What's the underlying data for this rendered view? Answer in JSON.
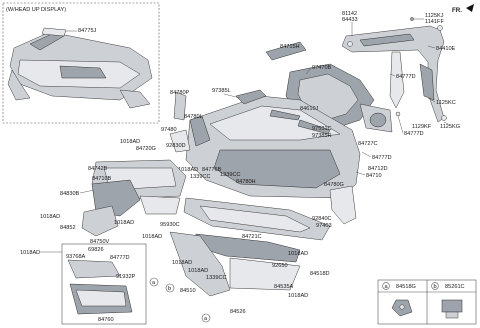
{
  "inset": {
    "caption": "(W/HEAD UP DISPLAY)",
    "part": "84775J"
  },
  "direction_label": "FR.",
  "labels": {
    "l81142": "81142",
    "l84433": "84433",
    "l1125KJ": "1125KJ",
    "l1141FF": "1141FF",
    "l84410E": "84410E",
    "l84715H": "84715H",
    "l97470B": "97470B",
    "l84777D_a": "84777D",
    "l1125KC": "1125KC",
    "l1129KF": "1129KF",
    "l1125KG": "1125KG",
    "l84777D_b": "84777D",
    "l97385L": "97385L",
    "l84780P": "84780P",
    "l84610J": "84610J",
    "l97531C": "97531C",
    "l97385R": "97385R",
    "l84727C": "84727C",
    "l84777D_c": "84777D",
    "l84712D": "84712D",
    "l84710": "84710",
    "l84780G": "84780G",
    "l97480": "97480",
    "l84780L": "84780L",
    "l92830D": "92830D",
    "l1018AD_a": "1018AD",
    "l84720G": "84720G",
    "l1018AD_b": "1018AD",
    "l84776B": "84776B",
    "l1339CC_a": "1339CC",
    "l1339CC_b": "1339CC",
    "l84780H": "84780H",
    "l84742B": "84742B",
    "l84710B": "84710B",
    "l84830B": "84830B",
    "l1018AD_c": "1018AD",
    "l84852": "84852",
    "l1018AD_d": "1018AD",
    "l95930C": "95930C",
    "l1018AD_e": "1018AD",
    "l92840C": "92840C",
    "l97403": "97403",
    "l84721C": "84721C",
    "l1018AD_f": "1018AD",
    "l84750V": "84750V",
    "l1018AD_g": "1018AD",
    "l69826": "69826",
    "l93768A": "93768A",
    "l84777D_d": "84777D",
    "l91932P": "91932P",
    "l84760": "84760",
    "l1018AD_h": "1018AD",
    "l1018AD_i": "1018AD",
    "l92650": "92650",
    "l1339CC_c": "1339CC",
    "l84518D": "84518D",
    "l84510": "84510",
    "l84535A": "84535A",
    "l1018AD_j": "1018AD",
    "l84526": "84526"
  },
  "legend": {
    "a_key": "a",
    "a_part": "84518G",
    "b_key": "b",
    "b_part": "85261C"
  },
  "callouts": {
    "a": "a",
    "b": "b"
  }
}
